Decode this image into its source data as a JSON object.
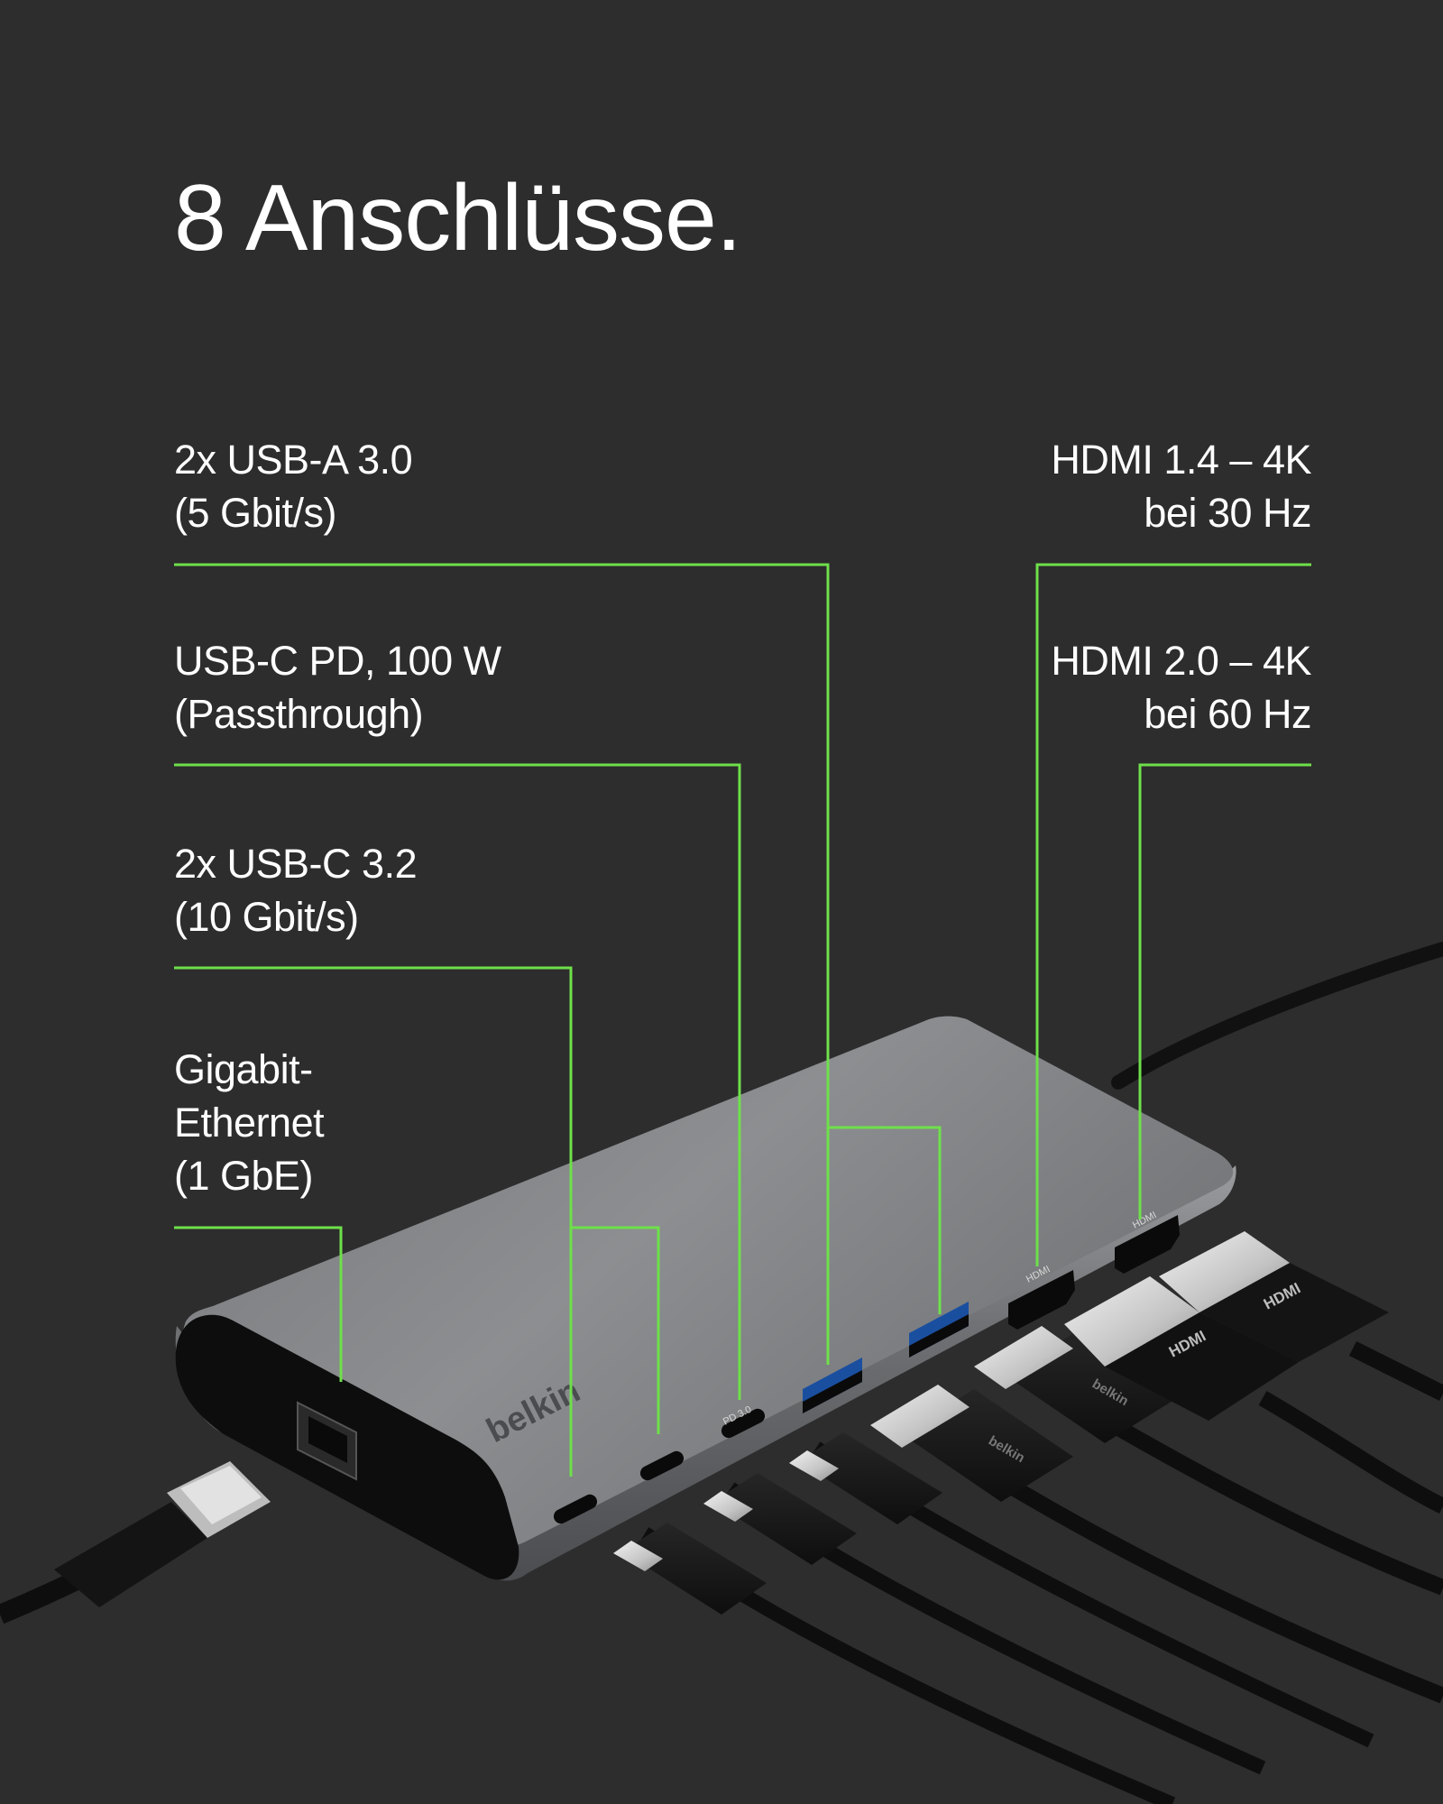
{
  "title": "8 Anschlüsse.",
  "accent_color": "#6ee04a",
  "background_color": "#2d2d2d",
  "labels": {
    "usb_a": {
      "line1": "2x USB-A 3.0",
      "line2": "(5 Gbit/s)"
    },
    "usb_c_pd": {
      "line1": "USB-C PD, 100 W",
      "line2": "(Passthrough)"
    },
    "usb_c_32": {
      "line1": "2x USB-C 3.2",
      "line2": "(10 Gbit/s)"
    },
    "ethernet": {
      "line1": "Gigabit-",
      "line2": "Ethernet",
      "line3": "(1 GbE)"
    },
    "hdmi_14": {
      "line1": "HDMI 1.4 – 4K",
      "line2": "bei 30 Hz"
    },
    "hdmi_20": {
      "line1": "HDMI 2.0 – 4K",
      "line2": "bei 60 Hz"
    }
  },
  "device": {
    "brand": "belkin",
    "port_labels": {
      "pd": "PD 3.0",
      "hdmi": "HDMI"
    }
  },
  "plugs": {
    "hdmi_text": "HDMI",
    "usb_brand": "belkin"
  }
}
